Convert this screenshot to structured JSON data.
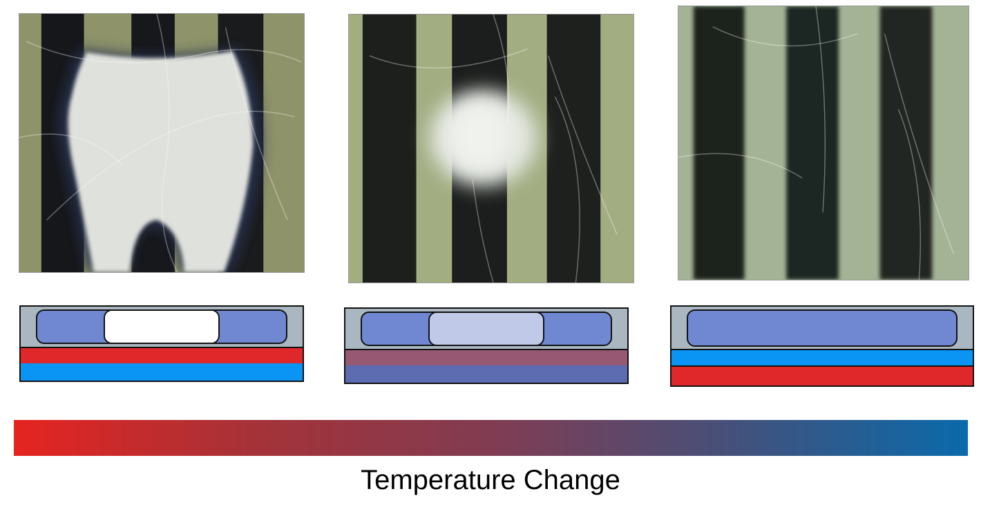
{
  "colors": {
    "hot": "#e0282a",
    "cold": "#0a94f4",
    "mid_top": "#965872",
    "mid_bottom": "#5d6bb1",
    "pad": "#7088d2",
    "frame": "#aab7c1",
    "bubble_large": "#ffffff",
    "bubble_small": "#c0c9e8",
    "gradient_start": "#e62420",
    "gradient_mid": "#813c52",
    "gradient_end": "#0a6aab"
  },
  "panels": [
    {
      "state": "large-opaque-region",
      "top_layer": "hot",
      "bottom_layer": "cold"
    },
    {
      "state": "small-opaque-region",
      "top_layer": "mid_top",
      "bottom_layer": "mid_bottom"
    },
    {
      "state": "transparent",
      "top_layer": "cold",
      "bottom_layer": "hot"
    }
  ],
  "caption": "Temperature Change"
}
